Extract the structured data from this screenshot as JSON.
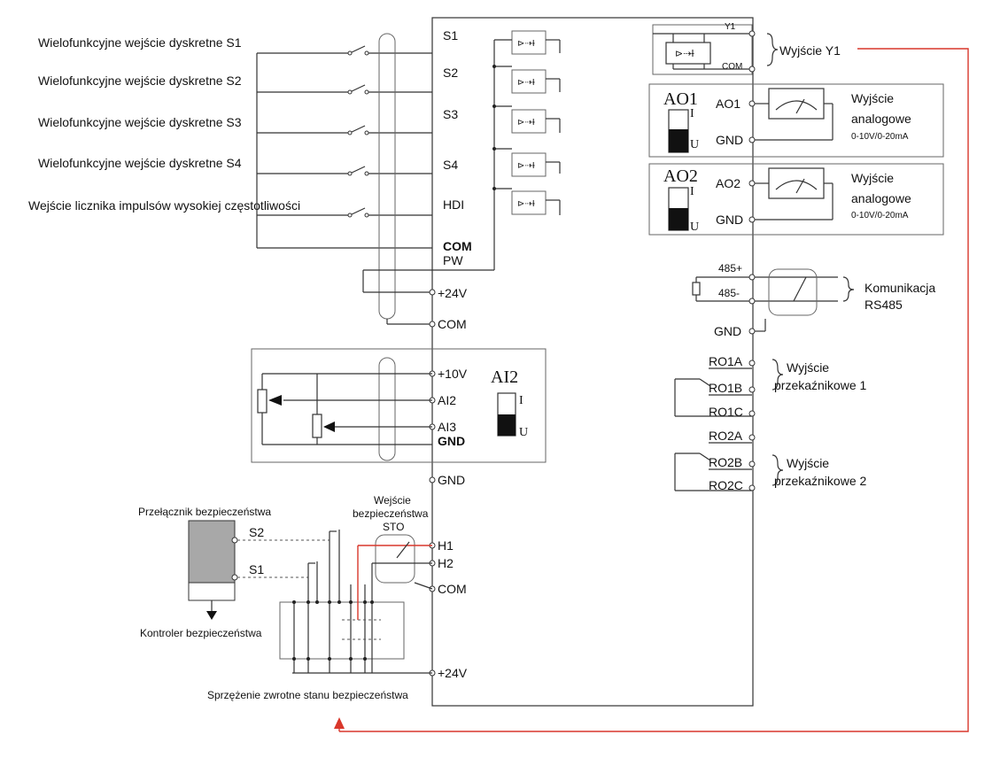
{
  "left_inputs": {
    "s1_desc": "Wielofunkcyjne wejście dyskretne S1",
    "s2_desc": "Wielofunkcyjne wejście dyskretne S2",
    "s3_desc": "Wielofunkcyjne wejście dyskretne S3",
    "s4_desc": "Wielofunkcyjne wejście dyskretne S4",
    "hdi_desc": "Wejście licznika impulsów wysokiej częstotliwości"
  },
  "inverter_terminals": {
    "s1": "S1",
    "s2": "S2",
    "s3": "S3",
    "s4": "S4",
    "hdi": "HDI",
    "com_bold": "COM",
    "pw": "PW",
    "plus24v_top": "+24V",
    "com_top": "COM",
    "plus10v": "+10V",
    "ai2": "AI2",
    "ai3": "AI3",
    "gnd_bold": "GND",
    "gnd_mid": "GND",
    "h1": "H1",
    "h2": "H2",
    "com_safety": "COM",
    "plus24v_bottom": "+24V"
  },
  "ai2_switch": {
    "title": "AI2",
    "i": "I",
    "u": "U"
  },
  "y1_output": {
    "y1": "Y1",
    "com": "COM",
    "label": "Wyjście Y1"
  },
  "ao1": {
    "switch_title": "AO1",
    "i": "I",
    "u": "U",
    "terminal": "AO1",
    "gnd": "GND",
    "label_line1": "Wyjście",
    "label_line2": "analogowe",
    "range": "0-10V/0-20mA"
  },
  "ao2": {
    "switch_title": "AO2",
    "i": "I",
    "u": "U",
    "terminal": "AO2",
    "gnd": "GND",
    "label_line1": "Wyjście",
    "label_line2": "analogowe",
    "range": "0-10V/0-20mA"
  },
  "rs485": {
    "plus": "485+",
    "minus": "485-",
    "gnd": "GND",
    "label_line1": "Komunikacja",
    "label_line2": "RS485"
  },
  "relay1": {
    "a": "RO1A",
    "b": "RO1B",
    "c": "RO1C",
    "label_line1": "Wyjście",
    "label_line2": "przekaźnikowe 1"
  },
  "relay2": {
    "a": "RO2A",
    "b": "RO2B",
    "c": "RO2C",
    "label_line1": "Wyjście",
    "label_line2": "przekaźnikowe 2"
  },
  "safety": {
    "switch_label": "Przełącznik bezpieczeństwa",
    "s2": "S2",
    "s1": "S1",
    "controller_label": "Kontroler bezpieczeństwa",
    "sto_line1": "Wejście",
    "sto_line2": "bezpieczeństwa",
    "sto_line3": "STO",
    "feedback_label": "Sprzężenie zwrotne stanu bezpieczeństwa"
  },
  "colors": {
    "wire": "#333333",
    "feedback_line": "#d9372b",
    "switch_body": "#a8a8a8"
  }
}
